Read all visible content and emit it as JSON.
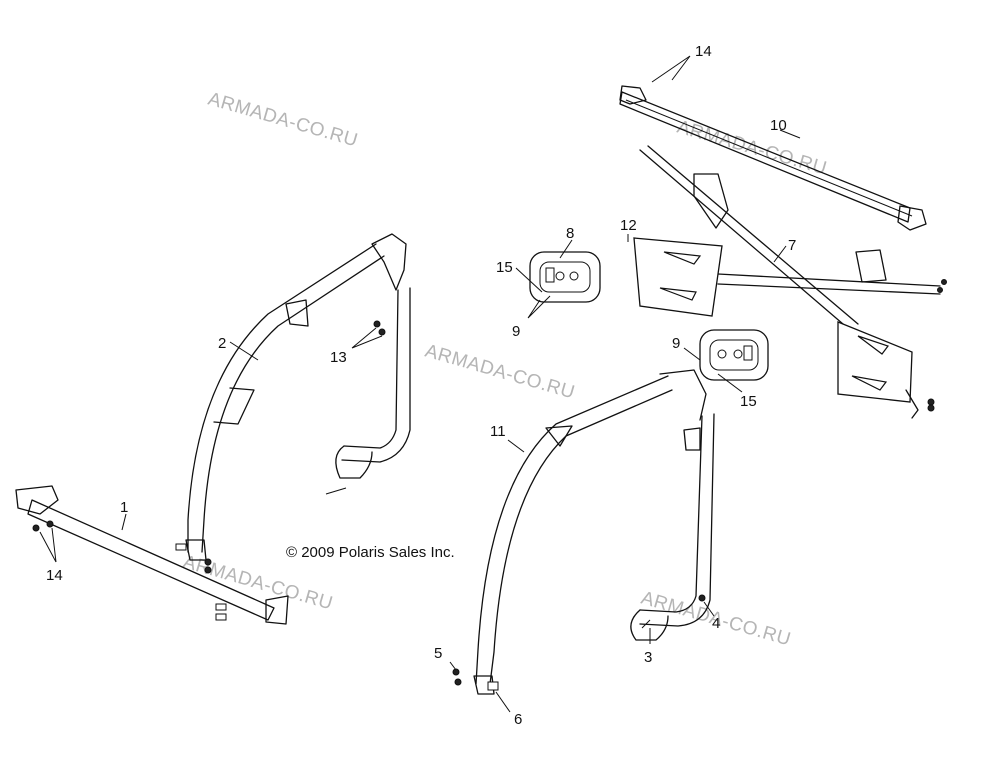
{
  "watermark": "ARMADA-CO.RU",
  "copyright": "© 2009 Polaris Sales Inc.",
  "callouts": [
    "14",
    "10",
    "12",
    "7",
    "8",
    "15",
    "9",
    "2",
    "13",
    "9",
    "15",
    "11",
    "1",
    "14",
    "4",
    "3",
    "5",
    "6"
  ]
}
